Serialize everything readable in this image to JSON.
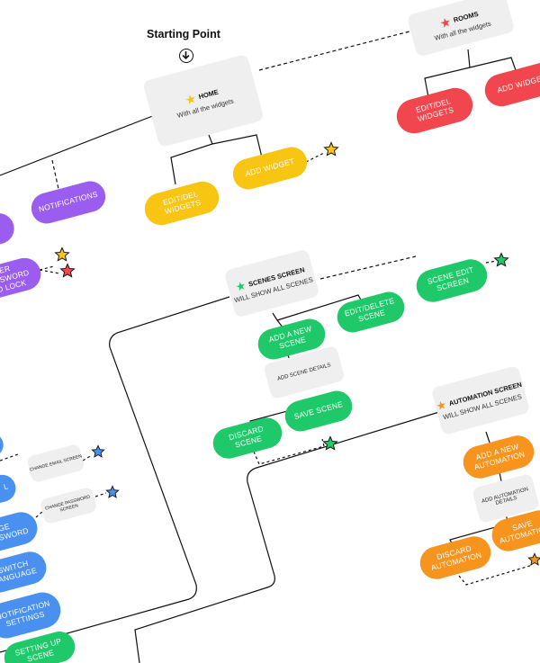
{
  "diagram": {
    "starting_point": "Starting Point",
    "home": {
      "title": "HOME",
      "subtitle": "With all the widgets"
    },
    "rooms": {
      "title": "ROOMS",
      "subtitle": "With all the widgets"
    },
    "scenes": {
      "title": "SCENES SCREEN",
      "subtitle": "WILL SHOW ALL SCENES"
    },
    "automation": {
      "title": "AUTOMATION SCREEN",
      "subtitle": "WILL SHOW ALL SCENES"
    },
    "add_scene_details": "ADD SCENE DETAILS",
    "add_automation_details": "ADD AUTOMATION DETAILS",
    "change_email_screen": "CHANGE EMAIL SCREEN",
    "change_password_screen": "CHANGE PASSWORD SCREEN",
    "buttons": {
      "edit_del_widgets": "EDIT/DEL WIDGETS",
      "add_widget": "ADD WIDGET",
      "rooms_edit_del_widgets": "EDIT/DEL WIDGETS",
      "rooms_add_widget": "ADD WIDGET",
      "notifications": "NOTIFICATIONS",
      "password_lock": "ER PASSWORD TO LOCK",
      "add_new_scene": "ADD A NEW SCENE",
      "edit_delete_scene": "EDIT/DELETE SCENE",
      "scene_edit_screen": "SCENE EDIT SCREEN",
      "discard_scene": "DISCARD SCENE",
      "save_scene": "SAVE SCENE",
      "add_new_automation": "ADD A NEW AUTOMATION",
      "discard_automation": "DISCARD AUTOMATION",
      "save_automation": "SAVE AUTOMATION",
      "change_password": "GE PASSWORD",
      "switch_language": "SWITCH LANGUAGE",
      "notification_settings": "NOTIFICATION SETTINGS",
      "setting_up_scene": "SETTING UP SCENE",
      "blue_partial": "L"
    },
    "colors": {
      "yellow": "#f8c512",
      "red": "#f2464f",
      "purple": "#9b5cf0",
      "green": "#1fc96a",
      "orange": "#f7941d",
      "blue": "#4a90f0",
      "card": "#efefef"
    },
    "icons": [
      "star-icon",
      "arrow-down-circle-icon"
    ]
  }
}
